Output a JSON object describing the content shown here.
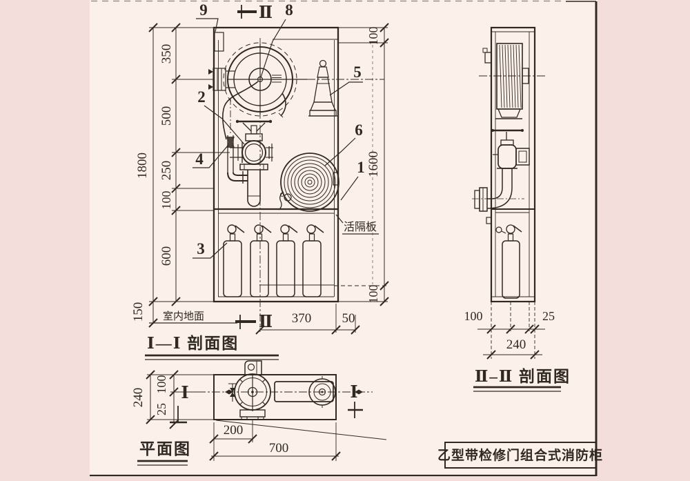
{
  "colors": {
    "page_background": "#f3dedb",
    "sheet_background": "#fcf1ea",
    "ink": "#2f2823"
  },
  "elevation": {
    "title": "Ⅰ—Ⅰ 剖面图",
    "section_mark": "Ⅱ",
    "floor_label": "室内地面",
    "shelf_label": "活隔板",
    "labels": {
      "n1": "1",
      "n2": "2",
      "n3": "3",
      "n4": "4",
      "n5": "5",
      "n6": "6",
      "n8": "8",
      "n9": "9"
    },
    "dims": {
      "overall_height": "1800",
      "seg_350": "350",
      "seg_500": "500",
      "seg_250": "250",
      "seg_100": "100",
      "seg_600": "600",
      "seg_150": "150",
      "right_top_100": "100",
      "right_1600": "1600",
      "right_bottom_100": "100",
      "bottom_370": "370",
      "bottom_50": "50"
    }
  },
  "plan": {
    "title": "平面图",
    "section_mark": "Ⅰ",
    "dims": {
      "depth_240": "240",
      "front_100": "100",
      "gap_25": "25",
      "pipe_200": "200",
      "width_700": "700"
    }
  },
  "side": {
    "title": "Ⅱ–Ⅱ 剖面图",
    "dims": {
      "back_100": "100",
      "front_25": "25",
      "depth_240": "240"
    }
  },
  "title_block": {
    "name": "乙型带检修门组合式消防柜"
  }
}
